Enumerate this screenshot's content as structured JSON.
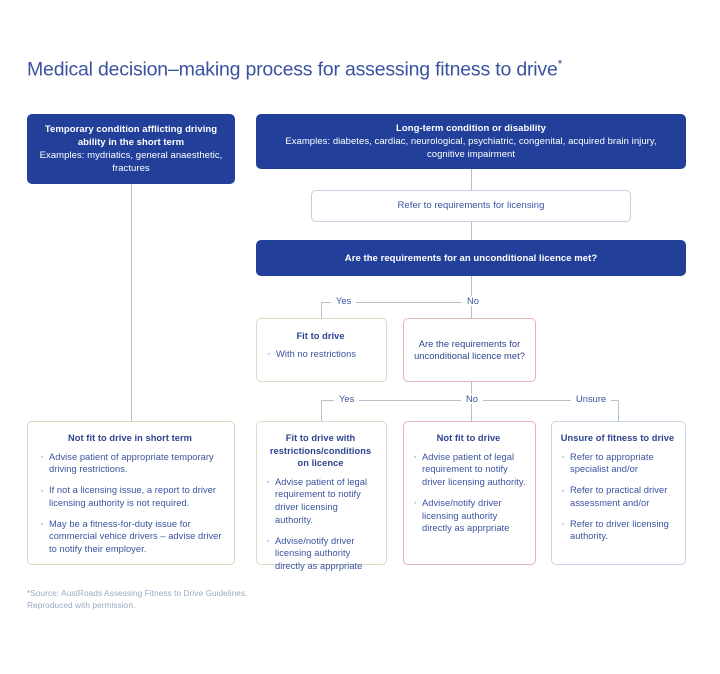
{
  "title": {
    "text": "Medical decision–making process for assessing fitness to drive",
    "footnote_marker": "*"
  },
  "colors": {
    "brand_blue": "#22409a",
    "text_blue": "#3a539f",
    "border_green": "#d8ddc5",
    "border_red": "#e6b3b3",
    "border_tan": "#e2d5bb",
    "border_lightblue": "#c6d6e6",
    "border_grey": "#c8cfe0",
    "line_grey": "#b9bec9"
  },
  "nodes": {
    "temporary_condition": {
      "title": "Temporary condition afflicting driving ability in the short term",
      "subtitle": "Examples: mydriatics, general anaesthetic, fractures"
    },
    "long_term_condition": {
      "title": "Long-term condition or disability",
      "subtitle": "Examples: diabetes, cardiac, neurological, psychiatric, congenital, acquired brain injury, cognitive impairment"
    },
    "refer_requirements": {
      "title": "Refer to requirements for licensing"
    },
    "unconditional_question": {
      "title": "Are the requirements for an unconditional licence met?"
    },
    "fit_to_drive": {
      "title": "Fit to drive",
      "bullets": [
        "With no restrictions"
      ]
    },
    "unconditional_question_2": {
      "title": "Are the requirements for unconditional licence met?"
    },
    "not_fit_short_term": {
      "title": "Not fit to drive in short term",
      "bullets": [
        "Advise patient of appropriate temporary driving restrictions.",
        "If not a licensing issue, a report to driver licensing authority is not required.",
        "May be a fitness-for-duty issue for commercial vehice drivers – advise driver to notify their employer."
      ]
    },
    "fit_with_restrictions": {
      "title": "Fit to drive with restrictions/conditions on licence",
      "bullets": [
        "Advise patient of legal requirement to notify driver licensing authority.",
        "Advise/notify driver licensing authority directly as apprpriate"
      ]
    },
    "not_fit_to_drive": {
      "title": "Not fit to drive",
      "bullets": [
        "Advise patient of legal requirement to notify driver licensing authority.",
        "Advise/notify driver licensing authority directly as apprpriate"
      ]
    },
    "unsure_of_fitness": {
      "title": "Unsure of fitness to drive",
      "bullets": [
        "Refer to appropriate specialist and/or",
        "Refer to practical driver assessment and/or",
        "Refer to driver licensing authority."
      ]
    }
  },
  "branch_labels": {
    "yes_1": "Yes",
    "no_1": "No",
    "yes_2": "Yes",
    "no_2": "No",
    "unsure_2": "Unsure"
  },
  "footnote": {
    "line1": "*Source: AustRoads Assessing Fitness to Drive Guidelines.",
    "line2": "Reproduced with permission."
  }
}
